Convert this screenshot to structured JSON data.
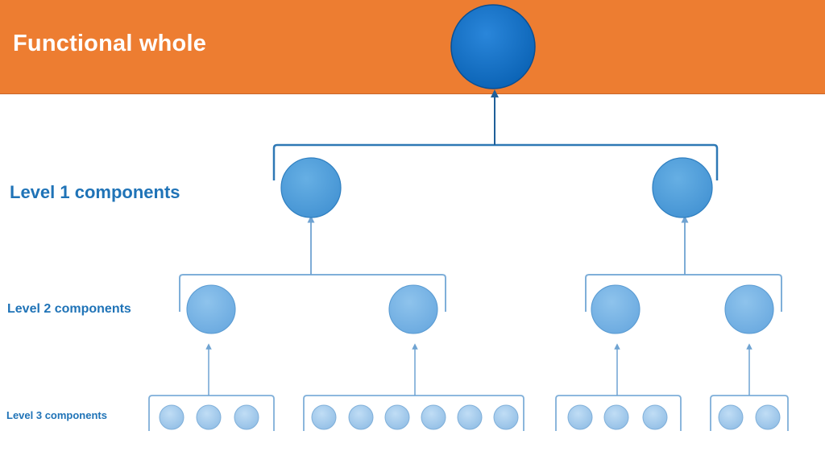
{
  "header": {
    "title": "Functional whole",
    "background_color": "#ED7D31"
  },
  "levels": {
    "level1": {
      "label": "Level 1 components",
      "count": 2
    },
    "level2": {
      "label": "Level 2 components",
      "count": 4
    },
    "level3": {
      "label": "Level 3 components",
      "count": 14,
      "groups": [
        3,
        6,
        3,
        2
      ]
    }
  },
  "colors": {
    "root_node": "#0A6AC4",
    "level1_node": "#4E9FDB",
    "level2_node": "#77B5E6",
    "level3_node": "#A6CDEF",
    "bracket_line": "#2E78B5",
    "light_line": "#7FAFD9",
    "label_text": "#1F73B7"
  }
}
